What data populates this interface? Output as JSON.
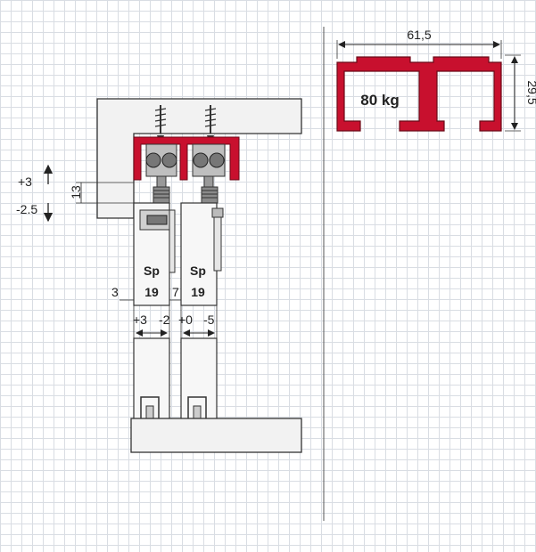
{
  "colors": {
    "track_red": "#c8102e",
    "grid": "#d9dde3",
    "panel_gray": "#f2f2f2",
    "line": "#333333"
  },
  "left_view": {
    "vertical_adjust_up": "+3",
    "vertical_adjust_down": "-2.5",
    "height_dim": "13",
    "gap_left": "3",
    "gap_middle": "7",
    "door1_label": "Sp",
    "door1_thickness": "19",
    "door2_label": "Sp",
    "door2_thickness": "19",
    "door1_adjust_plus": "+3",
    "door1_adjust_minus": "-2",
    "door2_adjust_plus": "+0",
    "door2_adjust_minus": "-5"
  },
  "profile_view": {
    "width_dim": "61,5",
    "height_dim": "29,5",
    "load_label": "80 kg"
  }
}
